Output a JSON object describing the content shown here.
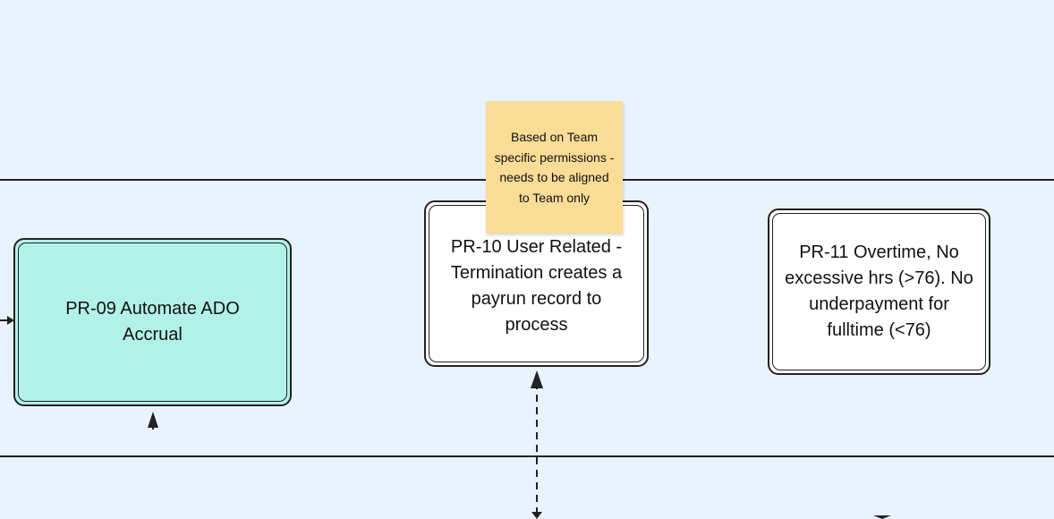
{
  "diagram": {
    "tasks": {
      "pr09": {
        "label": "PR-09 Automate ADO Accrual"
      },
      "pr10": {
        "label": "PR-10 User Related - Termination creates a payrun record to process"
      },
      "pr11": {
        "label": "PR-11 Overtime, No excessive hrs (>76). No underpayment for fulltime (<76)"
      }
    },
    "note": {
      "text": "Based on Team specific permissions - needs to be aligned to Team only"
    }
  },
  "colors": {
    "background": "#e9f3fe",
    "teal_task": "#b2f1e8",
    "note": "#f9dc96",
    "line": "#222222"
  }
}
